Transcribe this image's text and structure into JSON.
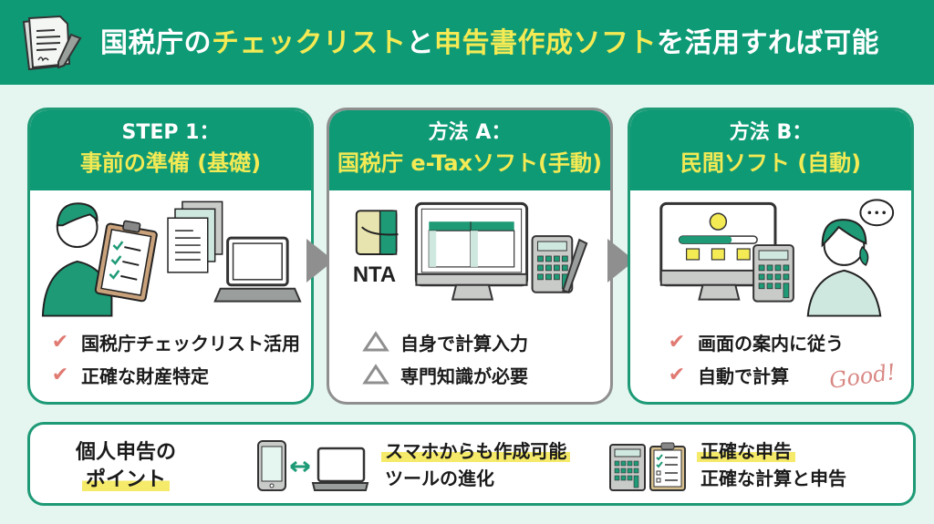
{
  "header": {
    "title_part1": "国税庁の",
    "title_part2": "チェックリスト",
    "title_part3": "と",
    "title_part4": "申告書作成ソフト",
    "title_part5": "を活用すれば可能",
    "icon": "document-pen-icon"
  },
  "colors": {
    "primary_green": "#0f9a76",
    "highlight_yellow": "#f3ea54",
    "background": "#e4f6ef",
    "check_red": "#e07a72",
    "gray": "#8f8f8f"
  },
  "cards": [
    {
      "heading": "STEP 1：",
      "subheading": "事前の準備 (基礎)",
      "illustration": "person-with-checklist-documents-laptop",
      "items": [
        {
          "mark": "check",
          "text": "国税庁チェックリスト活用"
        },
        {
          "mark": "check",
          "text": "正確な財産特定"
        }
      ]
    },
    {
      "heading": "方法 A：",
      "subheading": "国税庁 e-Taxソフト(手動)",
      "illustration": "nta-logo-monitor-calculator",
      "logo_text": "NTA",
      "items": [
        {
          "mark": "triangle",
          "text": "自身で計算入力"
        },
        {
          "mark": "triangle",
          "text": "専門知識が必要"
        }
      ]
    },
    {
      "heading": "方法 B：",
      "subheading": "民間ソフト (自動)",
      "illustration": "monitor-calculator-woman-thinking",
      "items": [
        {
          "mark": "check",
          "text": "画面の案内に従う"
        },
        {
          "mark": "check",
          "text": "自動で計算"
        }
      ],
      "annotation": "Good!"
    }
  ],
  "bottom": {
    "title_line1": "個人申告の",
    "title_line2": "ポイント",
    "point1_line1": "スマホからも作成可能",
    "point1_line2": "ツールの進化",
    "point2_line1": "正確な申告",
    "point2_line2": "正確な計算と申告"
  },
  "marks": {
    "check": "✔"
  }
}
